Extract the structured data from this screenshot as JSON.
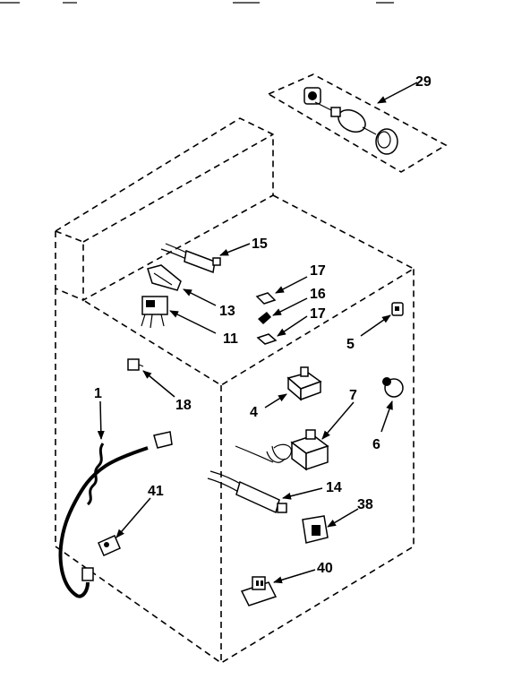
{
  "callouts": {
    "c29": "29",
    "c15": "15",
    "c17a": "17",
    "c16": "16",
    "c17b": "17",
    "c13": "13",
    "c11": "11",
    "c5": "5",
    "c18": "18",
    "c1": "1",
    "c4": "4",
    "c7": "7",
    "c6": "6",
    "c14": "14",
    "c41": "41",
    "c38": "38",
    "c40": "40"
  }
}
